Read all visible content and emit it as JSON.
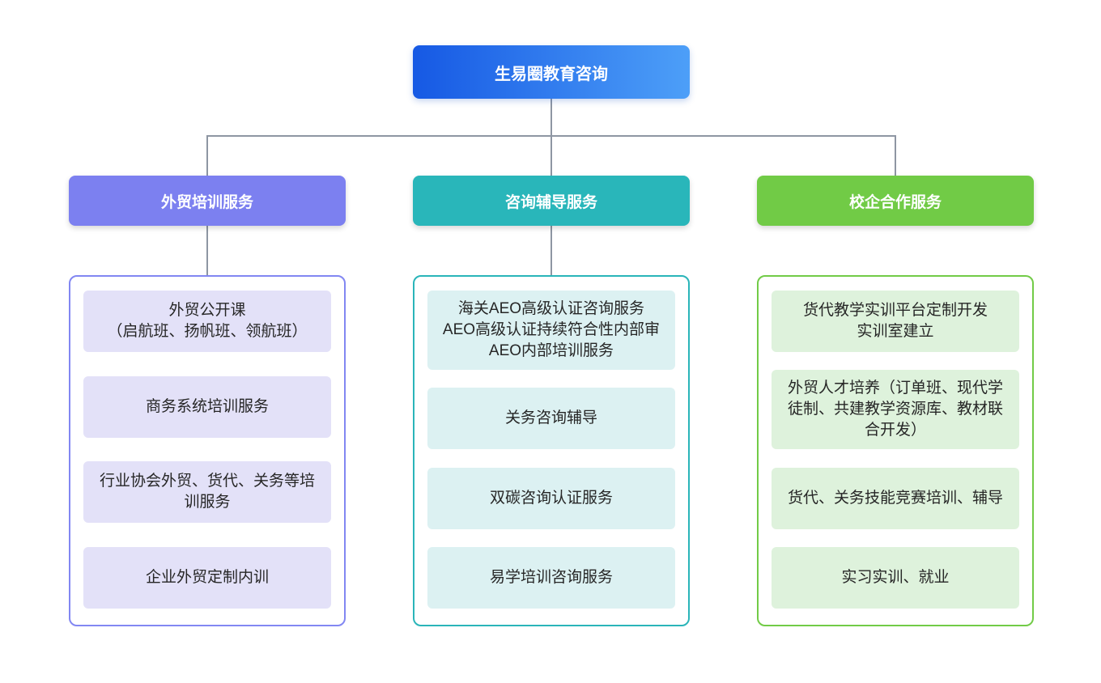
{
  "diagram": {
    "type": "org-chart",
    "root": {
      "label": "生易圈教育咨询"
    },
    "branches": [
      {
        "title": "外贸培训服务",
        "items": [
          "外贸公开课\n（启航班、扬帆班、领航班）",
          "商务系统培训服务",
          "行业协会外贸、货代、关务等培训服务",
          "企业外贸定制内训"
        ]
      },
      {
        "title": "咨询辅导服务",
        "items": [
          "海关AEO高级认证咨询服务\nAEO高级认证持续符合性内部审\nAEO内部培训服务",
          "关务咨询辅导",
          "双碳咨询认证服务",
          "易学培训咨询服务"
        ]
      },
      {
        "title": "校企合作服务",
        "items": [
          "货代教学实训平台定制开发\n实训室建立",
          "外贸人才培养（订单班、现代学徒制、共建教学资源库、教材联合开发）",
          "货代、关务技能竞赛培训、辅导",
          "实习实训、就业"
        ]
      }
    ],
    "colors": {
      "root_gradient_start": "#1659e4",
      "root_gradient_end": "#4d9ff8",
      "branch1_header": "#7c80f0",
      "branch1_item_bg": "#e3e1f8",
      "branch1_border": "#8287f2",
      "branch2_header": "#29b6ba",
      "branch2_item_bg": "#dcf1f2",
      "branch2_border": "#2ab5b9",
      "branch3_header": "#71cb46",
      "branch3_item_bg": "#def2dc",
      "branch3_border": "#72cb47",
      "connector": "#8e96a3",
      "item_text": "#262626",
      "header_text": "#ffffff"
    }
  }
}
